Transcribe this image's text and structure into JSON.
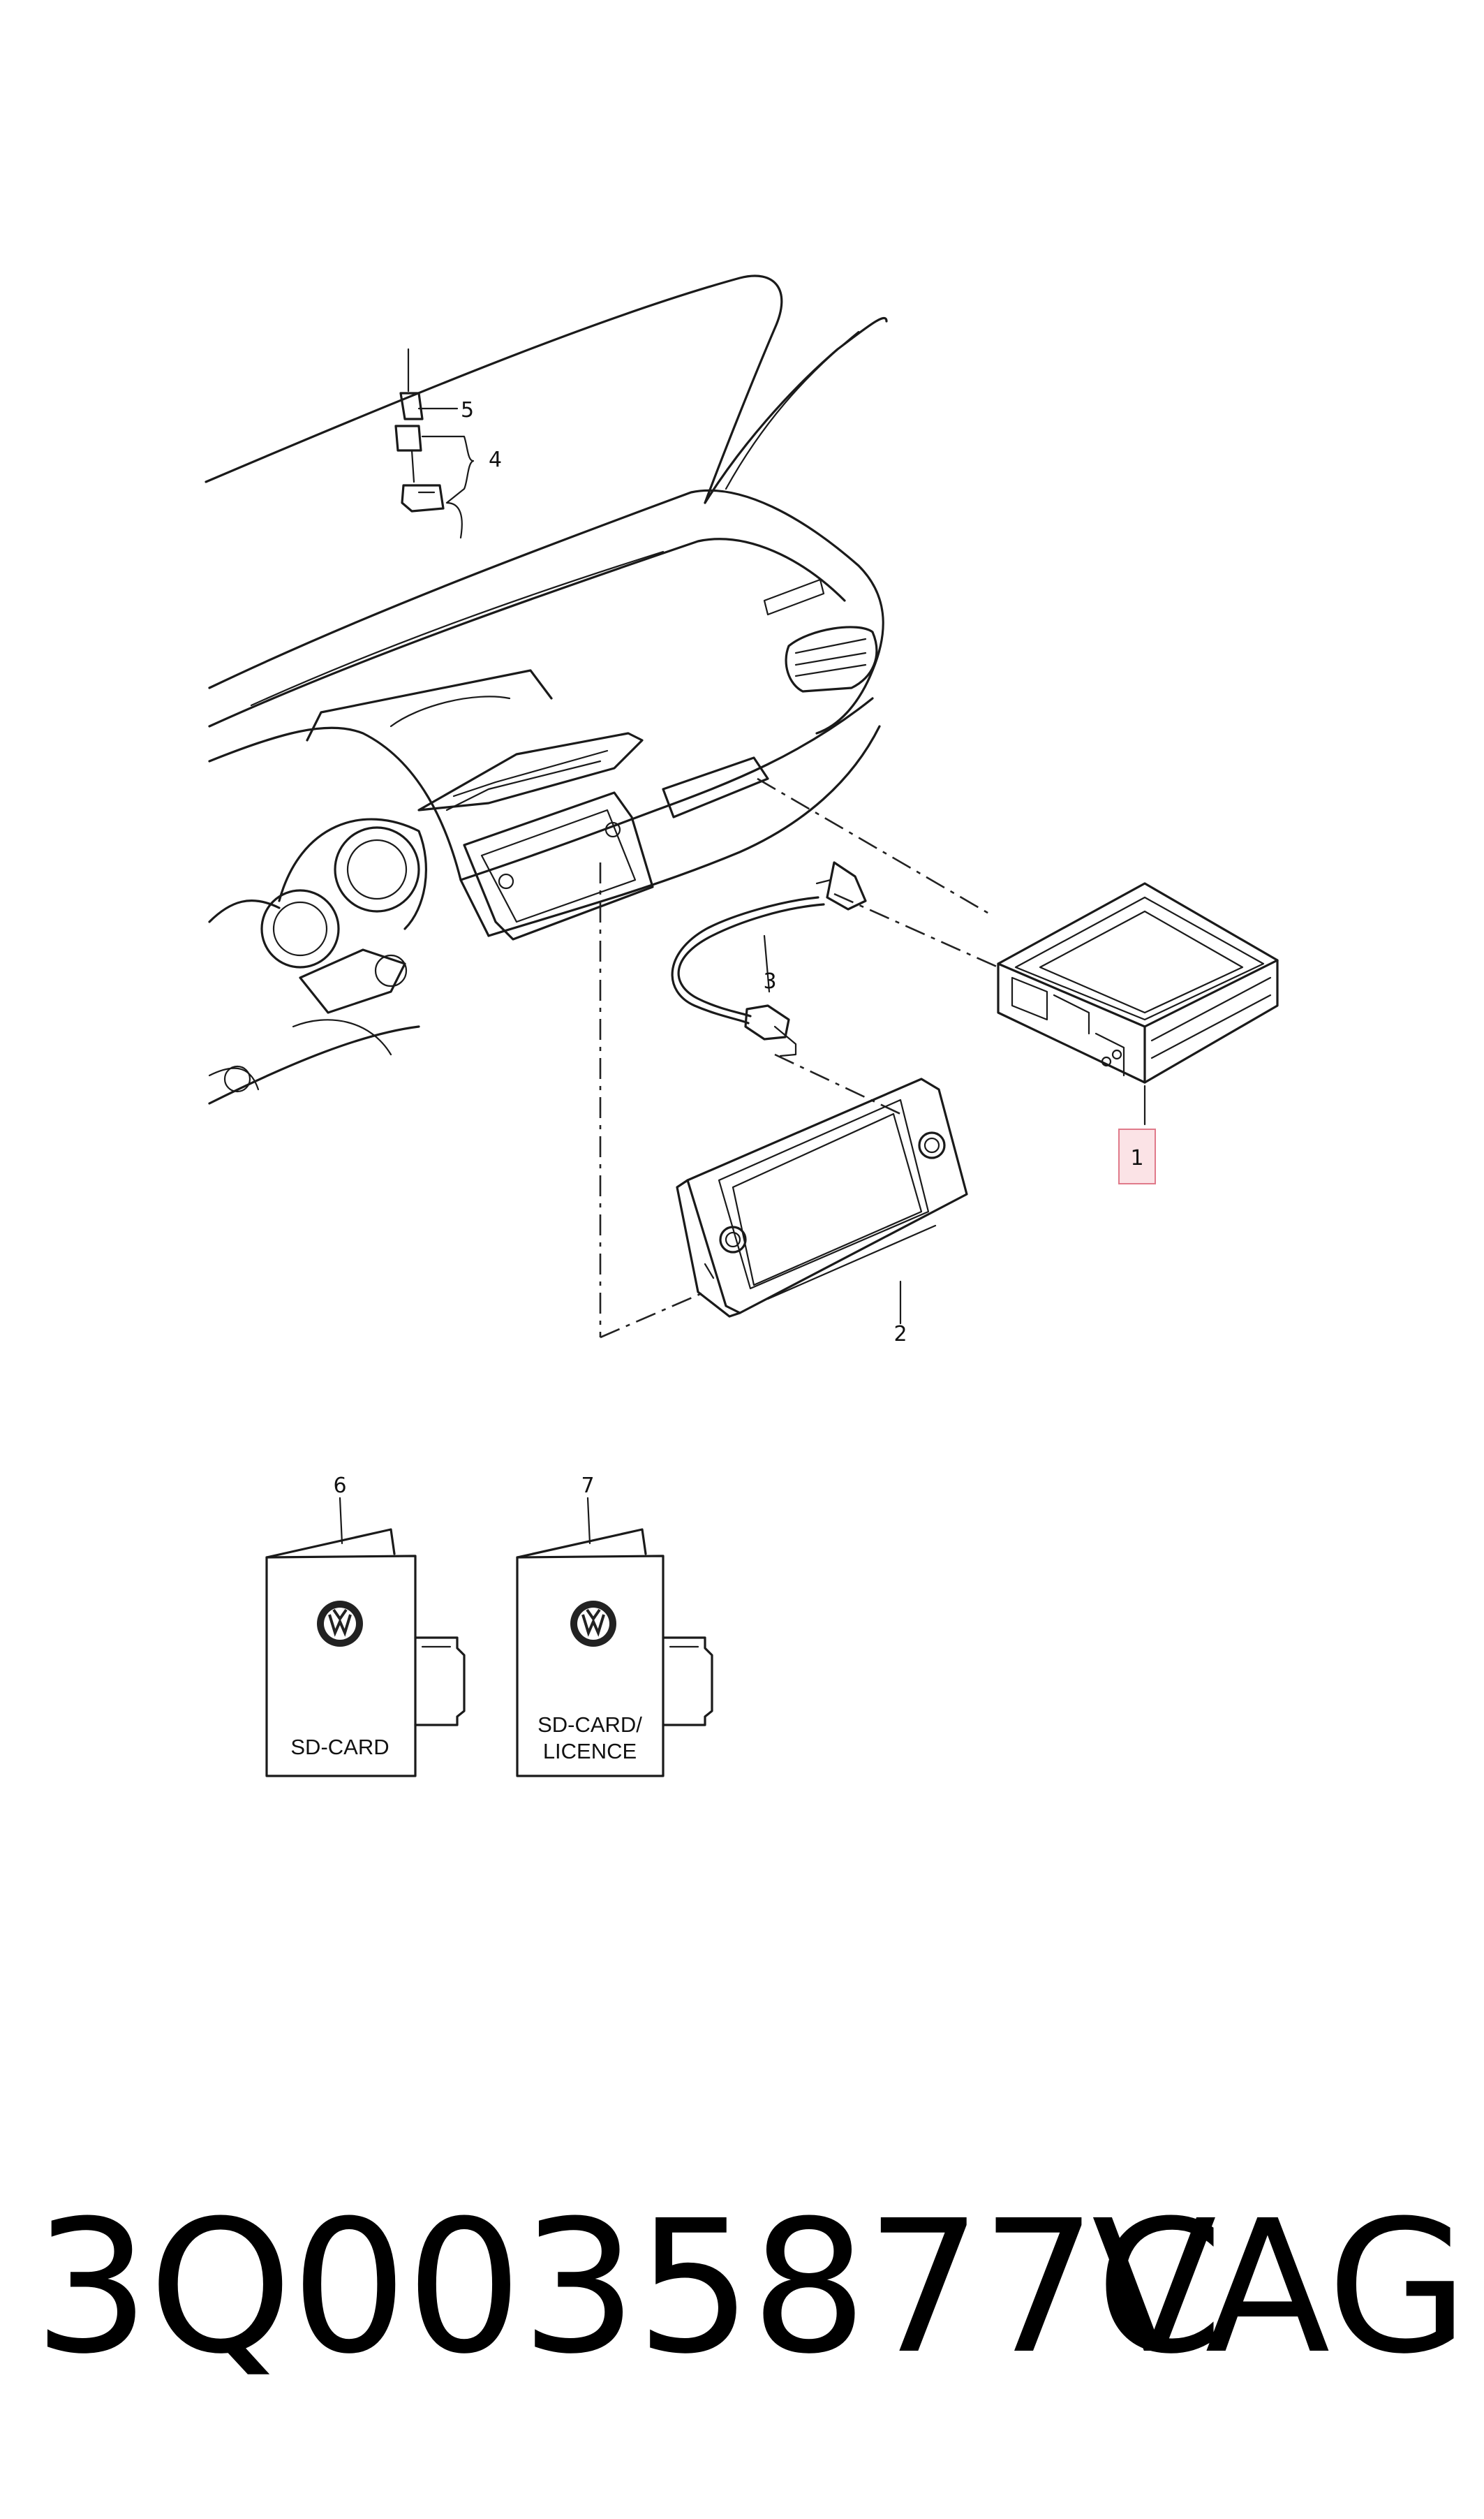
{
  "callouts": {
    "c1": "1",
    "c2": "2",
    "c3": "3",
    "c4": "4",
    "c5": "5",
    "c6": "6",
    "c7": "7"
  },
  "cards": {
    "sd_card_label": "SD-CARD",
    "sd_licence_line1": "SD-CARD/",
    "sd_licence_line2": "LICENCE"
  },
  "footer": {
    "part_number": "3Q0035877C",
    "brand": "VAG"
  },
  "colors": {
    "highlight_box": "#fbe3e6",
    "highlight_border": "#e07a8a"
  }
}
